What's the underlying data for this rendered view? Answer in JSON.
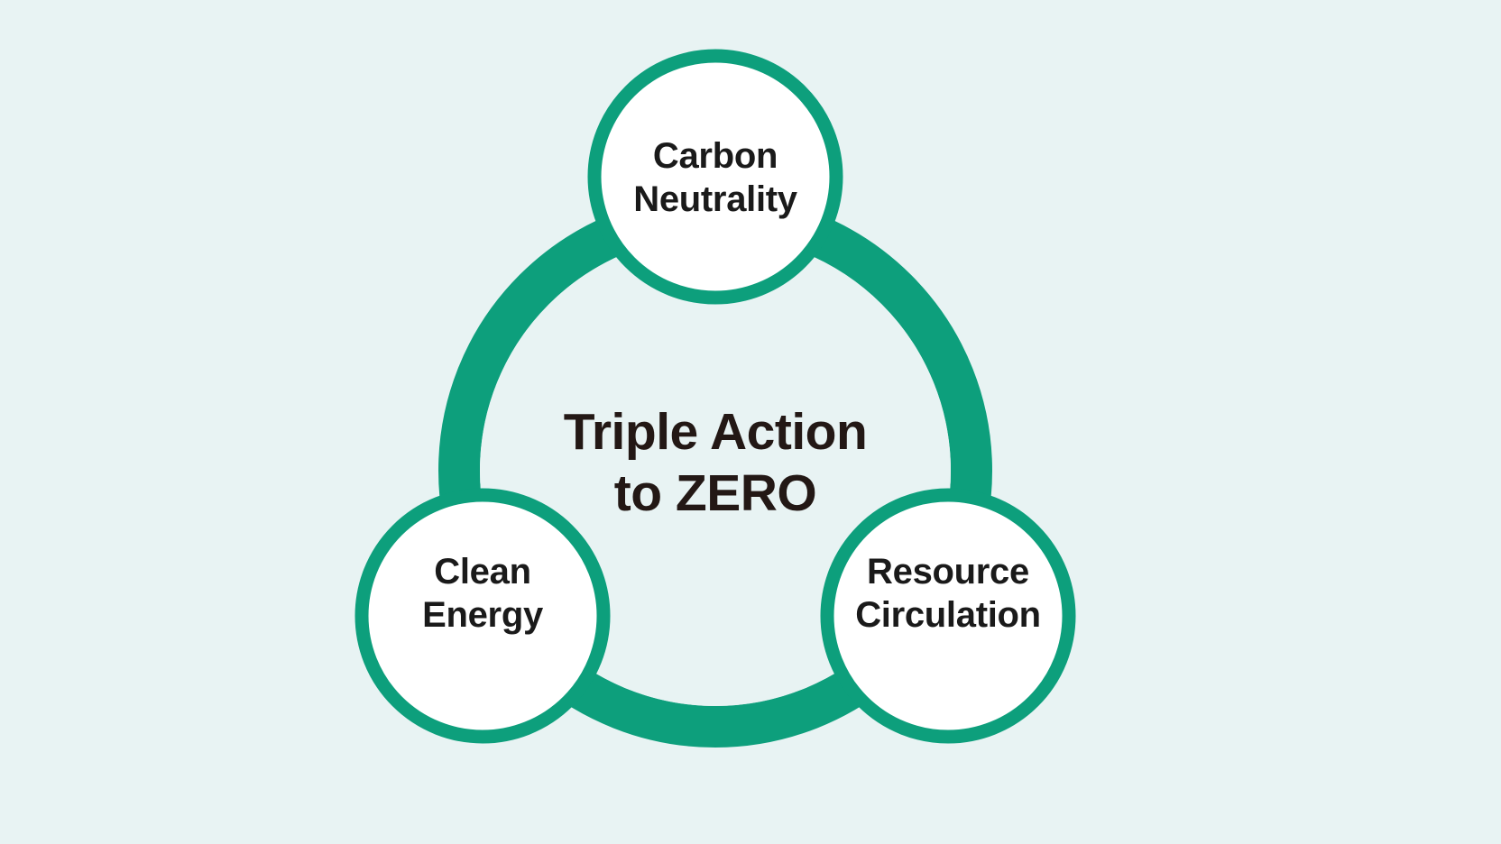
{
  "diagram": {
    "title": "Triple Action to ZERO",
    "type": "cycle-diagram",
    "center": {
      "line1": "Triple Action",
      "line2": "to ZERO"
    },
    "nodes": [
      {
        "id": "carbon-neutrality",
        "line1": "Carbon",
        "line2": "Neutrality",
        "position": "top"
      },
      {
        "id": "clean-energy",
        "line1": "Clean",
        "line2": "Energy",
        "position": "bottom-left"
      },
      {
        "id": "resource-circulation",
        "line1": "Resource",
        "line2": "Circulation",
        "position": "bottom-right"
      }
    ],
    "colors": {
      "background": "#e8f3f3",
      "accent": "#0d9f7c",
      "node_fill": "#ffffff",
      "text": "#231815"
    }
  }
}
